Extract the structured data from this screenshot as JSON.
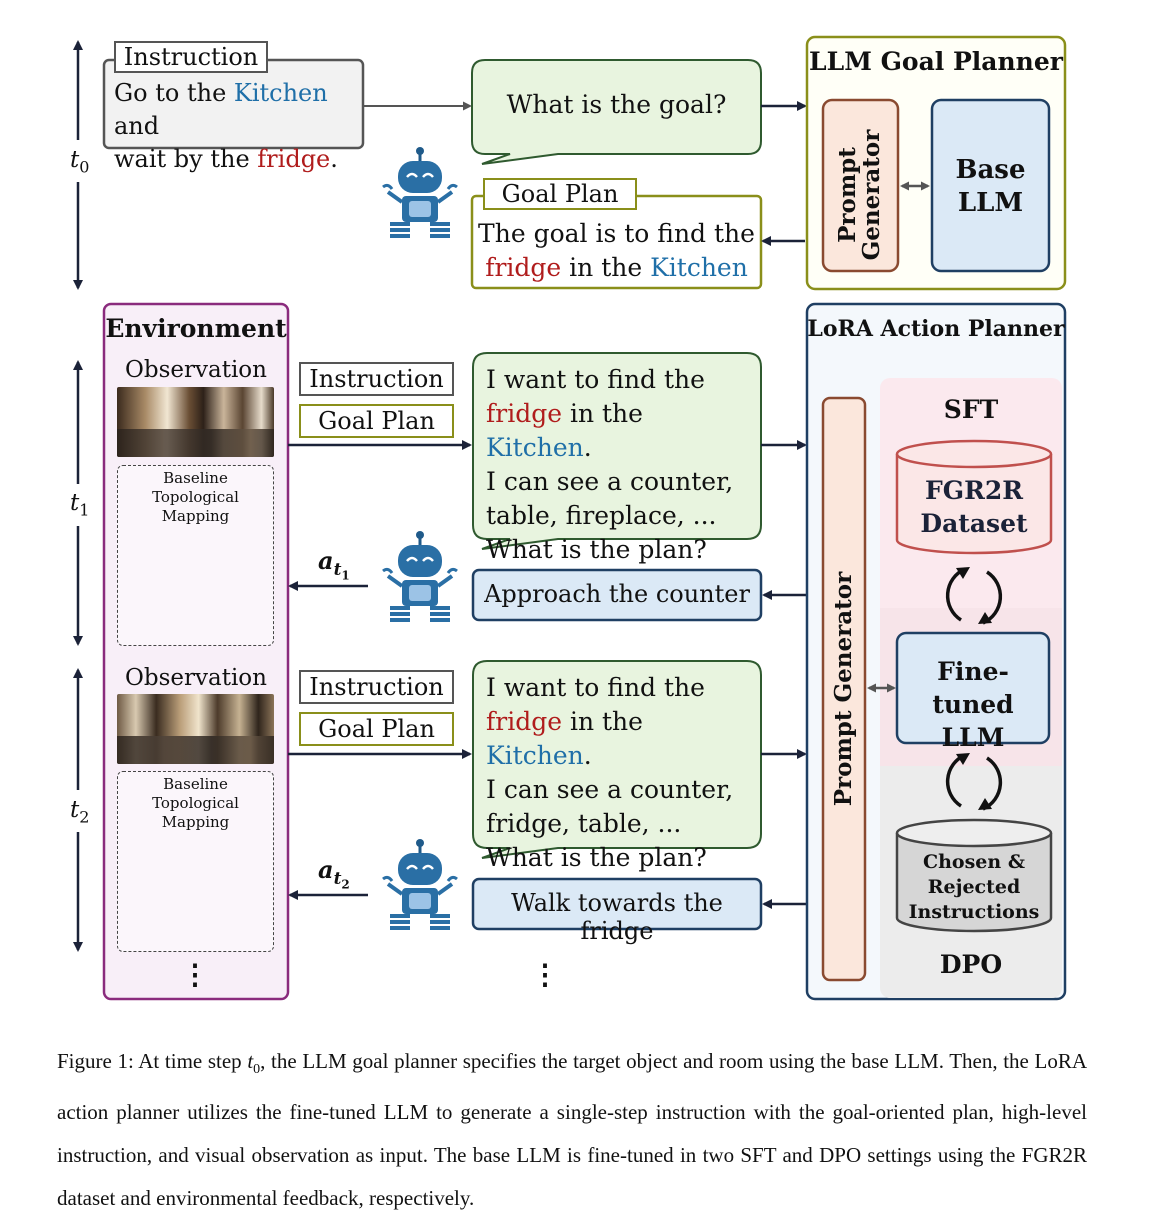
{
  "top": {
    "instruction_tag": "Instruction",
    "instruction_parts": [
      "Go to the ",
      "Kitchen",
      " and",
      "wait by the ",
      "fridge",
      "."
    ],
    "time_label": "t",
    "time_sub_0": "0",
    "question_bubble": "What is the goal?",
    "goal_plan_tag": "Goal Plan",
    "goal_plan_parts": [
      "The goal is to find the",
      "fridge",
      " in the ",
      "Kitchen"
    ]
  },
  "goal_planner": {
    "title": "LLM Goal Planner",
    "prompt_generator": "Prompt Generator",
    "base_llm_line1": "Base",
    "base_llm_line2": "LLM"
  },
  "environment": {
    "title": "Environment",
    "steps": [
      {
        "observation_label": "Observation",
        "map_title_line1": "Baseline",
        "map_title_line2": "Topological Mapping",
        "time_sub": "1"
      },
      {
        "observation_label": "Observation",
        "map_title_line1": "Baseline",
        "map_title_line2": "Topological Mapping",
        "time_sub": "2"
      }
    ],
    "ellipsis": "⋮"
  },
  "steps": [
    {
      "instruction_tag": "Instruction",
      "goal_plan_tag": "Goal Plan",
      "bubble_parts": [
        "I want to find the",
        "fridge",
        " in the ",
        "Kitchen",
        ".",
        "I can see a counter,",
        "table, fireplace, ...",
        "What is the plan?"
      ],
      "action_label": "a",
      "action_sub": "t",
      "action_subsub": "1",
      "response": "Approach the counter"
    },
    {
      "instruction_tag": "Instruction",
      "goal_plan_tag": "Goal Plan",
      "bubble_parts": [
        "I want to find the",
        "fridge",
        " in the ",
        "Kitchen",
        ".",
        "I can see a counter,",
        "fridge,  table, ...",
        "What is the plan?"
      ],
      "action_label": "a",
      "action_sub": "t",
      "action_subsub": "2",
      "response": "Walk towards the fridge"
    }
  ],
  "middle_ellipsis": "⋮",
  "action_planner": {
    "title": "LoRA Action Planner",
    "prompt_generator": "Prompt Generator",
    "sft_label": "SFT",
    "dataset_line1": "FGR2R",
    "dataset_line2": "Dataset",
    "finetuned_line1": "Fine-tuned",
    "finetuned_line2": "LLM",
    "chosen_line1": "Chosen &",
    "chosen_line2": "Rejected",
    "chosen_line3": "Instructions",
    "dpo_label": "DPO"
  },
  "caption": {
    "prefix": "Figure 1:  At time step ",
    "t": "t",
    "sub": "0",
    "text": ", the LLM goal planner specifies the target object and room using the base LLM. Then, the LoRA action planner utilizes the fine-tuned LLM to generate a single-step instruction with the goal-oriented plan, high-level instruction, and visual observation as input.  The base LLM is fine-tuned in two SFT and DPO settings using the FGR2R dataset and environmental feedback, respectively."
  },
  "colors": {
    "environment_border": "#8a2b7d",
    "planner_border": "#1f3f63",
    "goal_planner_border": "#8a8f1a",
    "bubble_fill": "#e8f4df",
    "bubble_border": "#2f5a2f",
    "response_fill": "#dbe9f6",
    "prompt_fill": "#fbe7dc",
    "prompt_border": "#8a4a30",
    "dataset_border": "#c0504d",
    "sft_bg": "#fbe9ee",
    "dpo_bg": "#ececec",
    "keyword_blue": "#1f6fa8",
    "keyword_red": "#b01c1c"
  }
}
